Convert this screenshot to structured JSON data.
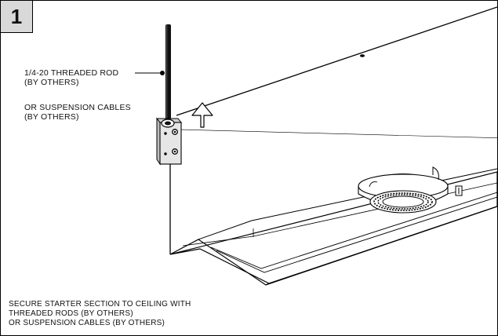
{
  "step": {
    "number": "1"
  },
  "callouts": {
    "rod": {
      "line1": "1/4-20 THREADED ROD",
      "line2": "(BY OTHERS)"
    },
    "cable": {
      "line1": "OR SUSPENSION CABLES",
      "line2": "(BY OTHERS)"
    }
  },
  "instructions": {
    "line1": "SECURE STARTER SECTION TO CEILING WITH",
    "line2": "THREADED RODS (BY OTHERS)",
    "line3": "OR SUSPENSION CABLES (BY OTHERS)"
  }
}
